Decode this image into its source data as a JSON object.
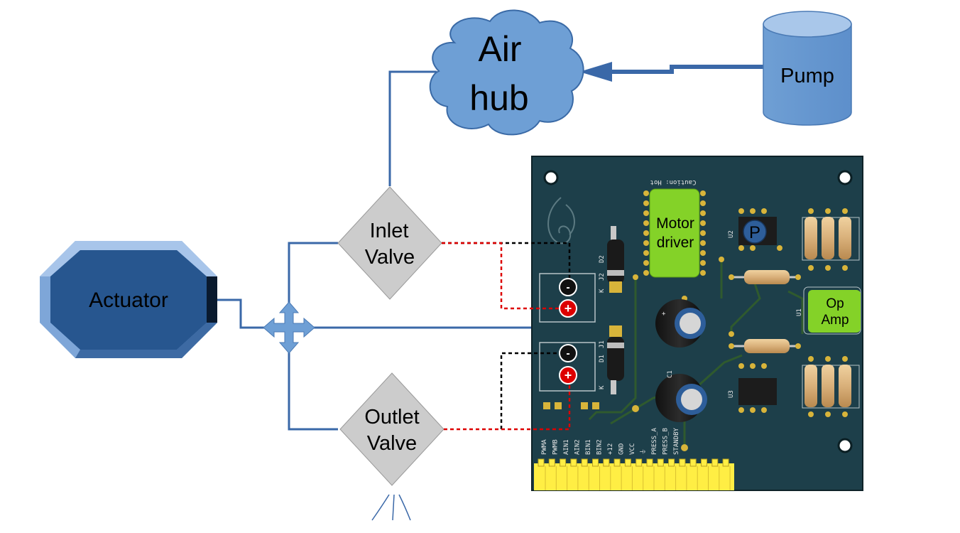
{
  "diagram": {
    "air_hub": {
      "line1": "Air",
      "line2": "hub"
    },
    "pump": {
      "label": "Pump"
    },
    "actuator": {
      "label": "Actuator"
    },
    "inlet_valve": {
      "line1": "Inlet",
      "line2": "Valve"
    },
    "outlet_valve": {
      "line1": "Outlet",
      "line2": "Valve"
    },
    "motor_driver": {
      "line1": "Motor",
      "line2": "driver"
    },
    "op_amp": {
      "line1": "Op",
      "line2": "Amp"
    },
    "pressure_sensor": {
      "label": "P"
    },
    "pcb": {
      "caution": "Caution: Hot",
      "refs": {
        "d2": "D2",
        "d1": "D1",
        "j2": "J2",
        "j1": "J1",
        "k_top": "K",
        "k_bottom": "K",
        "u1": "U1",
        "u2": "U2",
        "u3": "U3",
        "c1": "C1"
      },
      "pins": [
        "PWMA",
        "PWMB",
        "AIN1",
        "AIN2",
        "BIN1",
        "BIN2",
        "+12",
        "GND",
        "VCC",
        "⏚",
        "PRESS_A",
        "PRESS_B",
        "STANDBY"
      ]
    },
    "polarity": {
      "minus": "-",
      "plus": "+"
    },
    "colors": {
      "pipe": "#3a68a8",
      "cloud_fill": "#6e9fd5",
      "valve_fill": "#cccccc",
      "pcb_bg": "#1d3f4a",
      "chip_green": "#84d228",
      "actuator_fill": "#27568f",
      "gold_pins": "#ffee44",
      "wire_red": "#dd0000",
      "wire_black": "#000000"
    }
  }
}
